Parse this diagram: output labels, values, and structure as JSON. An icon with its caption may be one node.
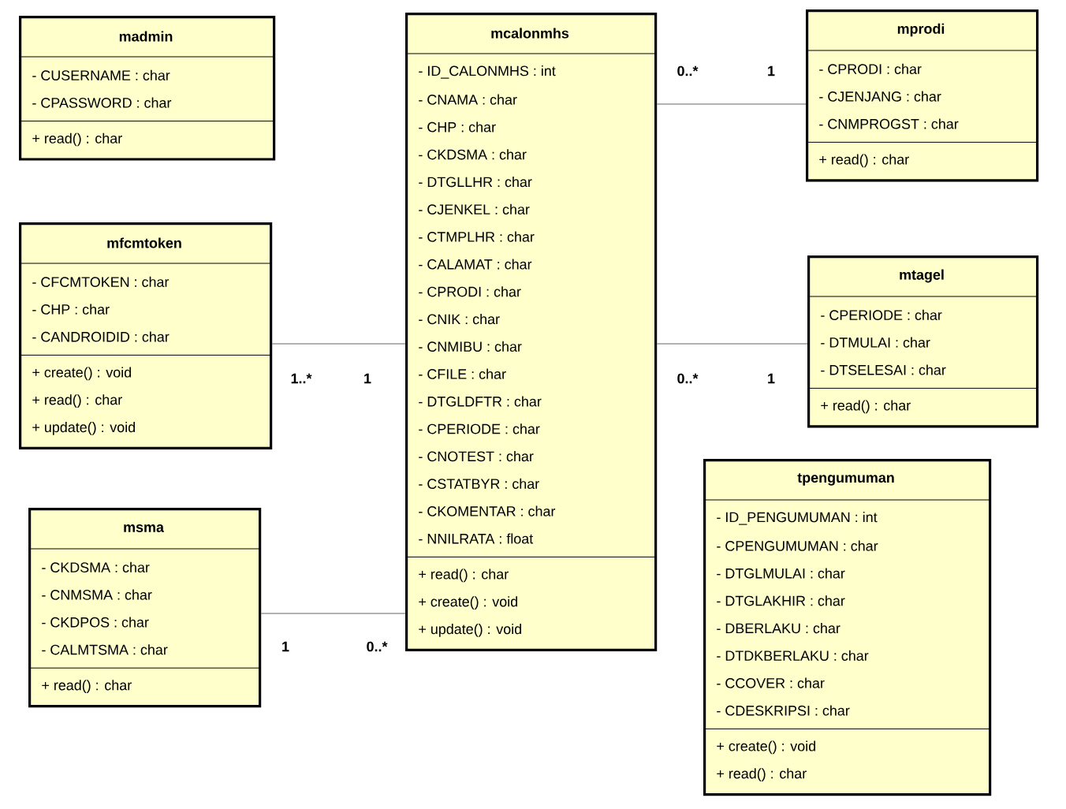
{
  "diagram": {
    "nodes": [
      {
        "text": [
          "madmin",
          "- CUSERNAME : char",
          "- CPASSWORD : char",
          "+ read() : char"
        ]
      },
      {
        "text": [
          "mcalonmhs",
          "- ID_CALONMHS : int",
          "- CNAMA : char",
          "- CHP : char",
          "- CKDSMA : char",
          "- DTGLLHR : char",
          "- CJENKEL : char",
          "- CTMPLHR : char",
          "- CALAMAT : char",
          "- CPRODI : char",
          "- CNIK : char",
          "- CNMIBU : char",
          "- CFILE : char",
          "- DTGLDFTR : char",
          "- CPERIODE : char",
          "- CNOTEST : char",
          "- CSTATBYR : char",
          "- CKOMENTAR : char",
          "- NNILRATA : float",
          "+ read() : char",
          "+ create() : void",
          "+ update() : void"
        ]
      },
      {
        "text": [
          "mprodi",
          "- CPRODI : char",
          "- CJENJANG : char",
          "- CNMPROGST : char",
          "+ read() : char"
        ]
      },
      {
        "text": [
          "mfcmtoken",
          "- CFCMTOKEN : char",
          "- CHP : char",
          "- CANDROIDID : char",
          "+ create() : void",
          "+ read() : char",
          "+ update() : void"
        ]
      },
      {
        "text": [
          "mtagel",
          "- CPERIODE : char",
          "- DTMULAI : char",
          "- DTSELESAI : char",
          "+ read() : char"
        ]
      },
      {
        "text": [
          "tpengumuman",
          "- ID_PENGUMUMAN : int",
          "- CPENGUMUMAN : char",
          "- DTGLMULAI : char",
          "- DTGLAKHIR : char",
          "- DBERLAKU : char",
          "- DTDKBERLAKU : char",
          "- CCOVER : char",
          "- CDESKRIPSI : char",
          "+ create() : void",
          "+ read() : char"
        ]
      },
      {
        "text": [
          "msma",
          "- CKDSMA : char",
          "- CNMSMA : char",
          "- CKDPOS : char",
          "- CALMTSMA : char",
          "+ read() : char"
        ]
      }
    ],
    "edges": [
      {
        "from": 1,
        "to": 2,
        "arrow": "none"
      },
      {
        "from": 3,
        "to": 1,
        "arrow": "none"
      },
      {
        "from": 1,
        "to": 4,
        "arrow": "none"
      },
      {
        "from": 6,
        "to": 1,
        "arrow": "none"
      }
    ],
    "labels": [
      "0..*",
      "1",
      "1..*",
      "1",
      "0..*",
      "1",
      "1",
      "0..*"
    ]
  }
}
